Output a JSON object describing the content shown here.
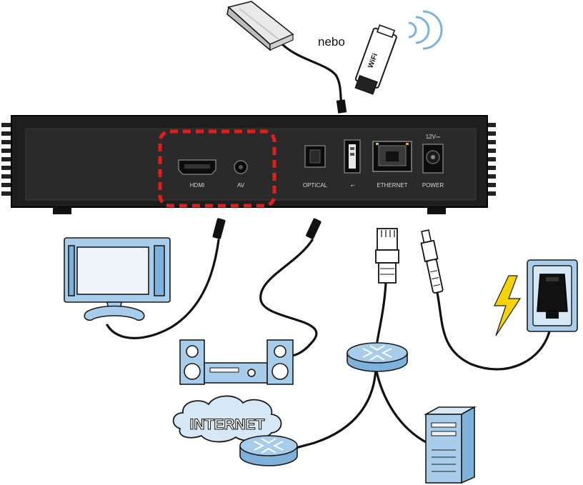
{
  "labels": {
    "nebo": "nebo",
    "wifi": "WiFi",
    "internet": "INTERNET",
    "voltage": "12V⎓"
  },
  "ports": {
    "hdmi": "HDMI",
    "av": "AV",
    "optical": "OPTICAL",
    "ethernet": "ETHERNET",
    "power": "POWER"
  },
  "icons": {
    "usb_symbol": "⭠",
    "lightning": "lightning-icon"
  },
  "colors": {
    "device_body": "#1e1e1e",
    "highlight_box": "#e01e1e",
    "peripheral_blue": "#a7cdea",
    "lightning": "#f5d20a"
  }
}
